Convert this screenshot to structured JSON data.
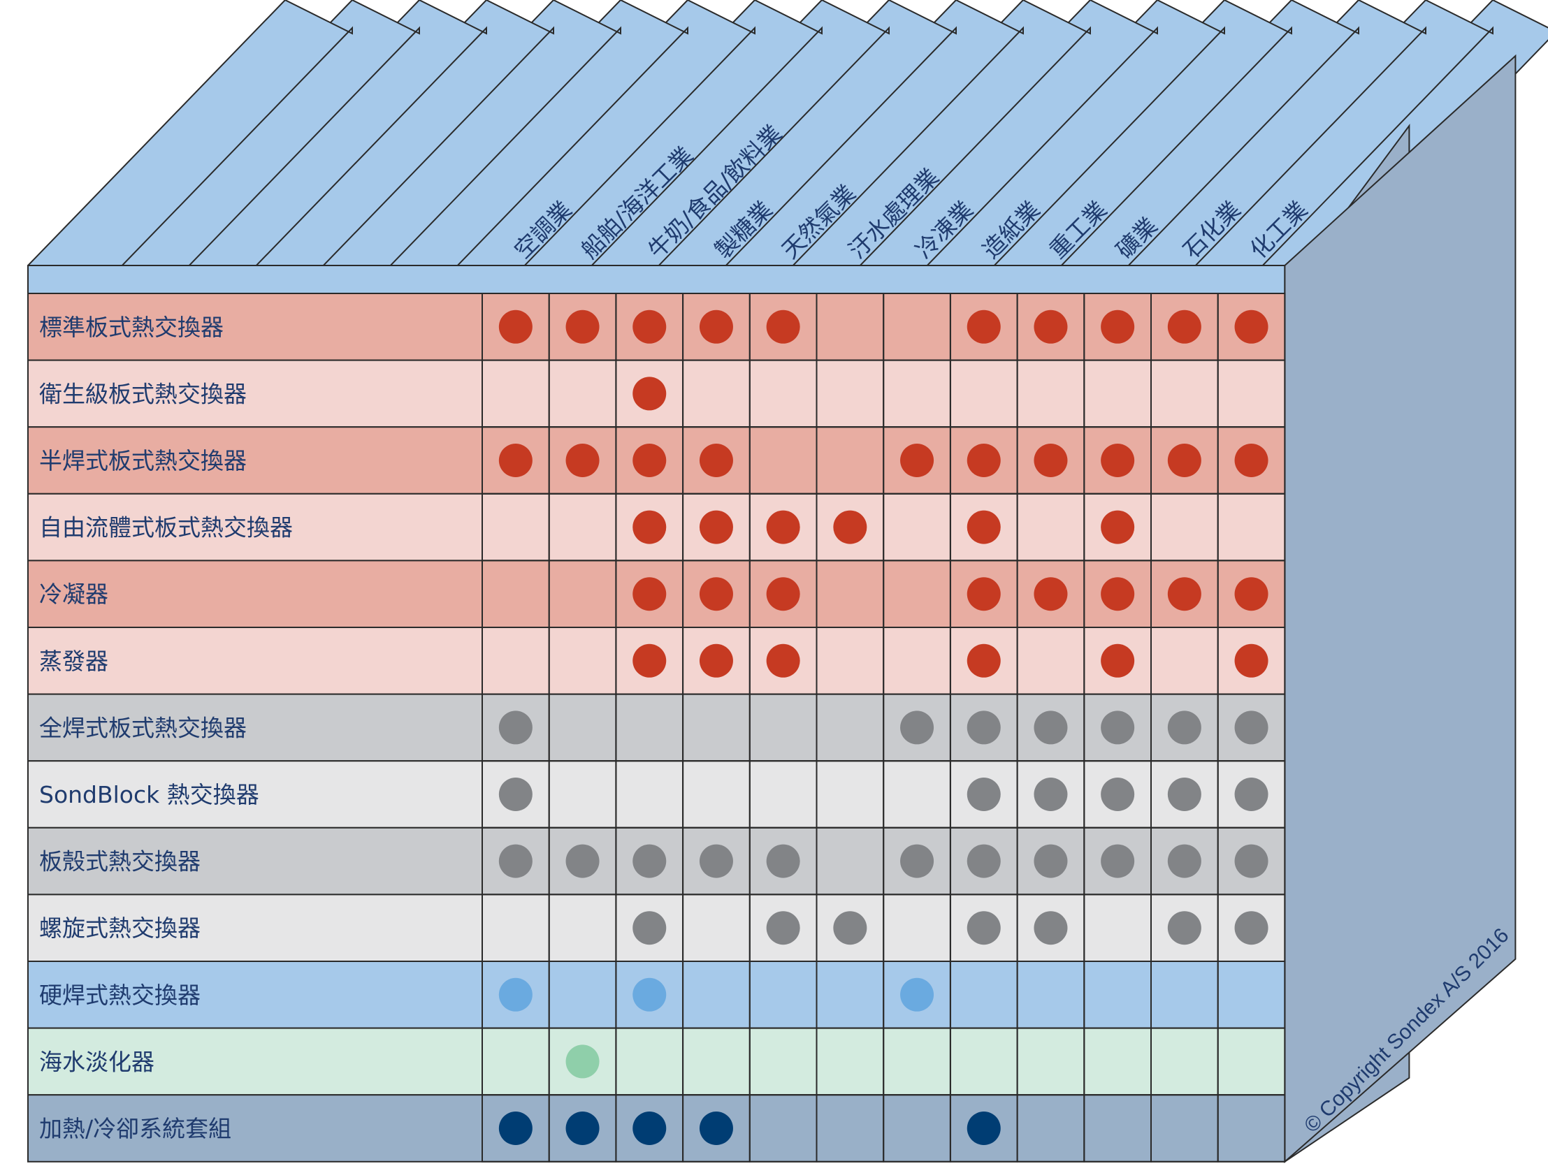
{
  "columns": [
    "空調業",
    "船舶/海洋工業",
    "牛奶/食品/飲料業",
    "製糖業",
    "天然氣業",
    "汙水處理業",
    "冷凍業",
    "造紙業",
    "重工業",
    "礦業",
    "石化業",
    "化工業"
  ],
  "rows": [
    {
      "label": "標準板式熱交換器",
      "group": "red",
      "marks": [
        1,
        1,
        1,
        1,
        1,
        0,
        0,
        1,
        1,
        1,
        1,
        1
      ]
    },
    {
      "label": "衛生級板式熱交換器",
      "group": "red",
      "marks": [
        0,
        0,
        1,
        0,
        0,
        0,
        0,
        0,
        0,
        0,
        0,
        0
      ]
    },
    {
      "label": "半焊式板式熱交換器",
      "group": "red",
      "marks": [
        1,
        1,
        1,
        1,
        0,
        0,
        1,
        1,
        1,
        1,
        1,
        1
      ]
    },
    {
      "label": "自由流體式板式熱交換器",
      "group": "red",
      "marks": [
        0,
        0,
        1,
        1,
        1,
        1,
        0,
        1,
        0,
        1,
        0,
        0
      ]
    },
    {
      "label": "冷凝器",
      "group": "red",
      "marks": [
        0,
        0,
        1,
        1,
        1,
        0,
        0,
        1,
        1,
        1,
        1,
        1
      ]
    },
    {
      "label": "蒸發器",
      "group": "red",
      "marks": [
        0,
        0,
        1,
        1,
        1,
        0,
        0,
        1,
        0,
        1,
        0,
        1
      ]
    },
    {
      "label": "全焊式板式熱交換器",
      "group": "gray",
      "marks": [
        1,
        0,
        0,
        0,
        0,
        0,
        1,
        1,
        1,
        1,
        1,
        1
      ]
    },
    {
      "label": "SondBlock 熱交換器",
      "group": "gray",
      "marks": [
        1,
        0,
        0,
        0,
        0,
        0,
        0,
        1,
        1,
        1,
        1,
        1
      ]
    },
    {
      "label": "板殼式熱交換器",
      "group": "gray",
      "marks": [
        1,
        1,
        1,
        1,
        1,
        0,
        1,
        1,
        1,
        1,
        1,
        1
      ]
    },
    {
      "label": "螺旋式熱交換器",
      "group": "gray",
      "marks": [
        0,
        0,
        1,
        0,
        1,
        1,
        0,
        1,
        1,
        0,
        1,
        1
      ]
    },
    {
      "label": "硬焊式熱交換器",
      "group": "blue",
      "marks": [
        1,
        0,
        1,
        0,
        0,
        0,
        1,
        0,
        0,
        0,
        0,
        0
      ]
    },
    {
      "label": "海水淡化器",
      "group": "green",
      "marks": [
        0,
        1,
        0,
        0,
        0,
        0,
        0,
        0,
        0,
        0,
        0,
        0
      ]
    },
    {
      "label": "加熱/冷卻系統套組",
      "group": "navy",
      "marks": [
        1,
        1,
        1,
        1,
        0,
        0,
        0,
        1,
        0,
        0,
        0,
        0
      ]
    }
  ],
  "copyright": "© Copyright Sondex A/S 2016",
  "colors": {
    "red": {
      "dark": "#e8ada2",
      "light": "#f3d5d1",
      "dot": "#c63a22"
    },
    "gray": {
      "dark": "#c9cbce",
      "light": "#e6e6e7",
      "dot": "#828487"
    },
    "blue": {
      "dark": "#a6c9ea",
      "light": "#a6c9ea",
      "dot": "#6aaae0"
    },
    "green": {
      "dark": "#d3ebdf",
      "light": "#d3ebdf",
      "dot": "#8fcfaa"
    },
    "navy": {
      "dark": "#99b0c8",
      "light": "#99b0c8",
      "dot": "#003d73"
    },
    "header_face": "#a6c9ea",
    "side_face": "#9ab0c9",
    "grid_line": "#2a2a2a",
    "text": "#1f3b6e"
  }
}
